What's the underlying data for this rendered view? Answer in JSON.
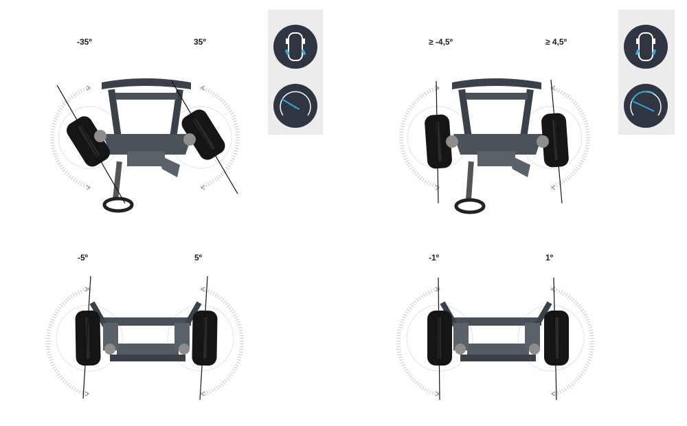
{
  "colors": {
    "tire": "#151515",
    "rim": "#8d8d8d",
    "frame": "#3b4148",
    "arc": "#c9c9c9",
    "icon_bg": "#2f3541",
    "icon_panel": "#ececec",
    "accent": "#34a8d6"
  },
  "panels": {
    "front_steering": {
      "left_label": "-35º",
      "right_label": "35º"
    },
    "rear_steering": {
      "left_label": "≥ -4,5º",
      "right_label": "≥ 4,5º"
    },
    "front_camber": {
      "left_label": "-5º",
      "right_label": "5º"
    },
    "rear_camber": {
      "left_label": "-1º",
      "right_label": "1º"
    }
  },
  "icons": {
    "front": [
      "car-rear-wheels-icon",
      "steering-gauge-icon"
    ],
    "rear": [
      "car-rear-wheels-icon",
      "steering-gauge-icon"
    ]
  }
}
